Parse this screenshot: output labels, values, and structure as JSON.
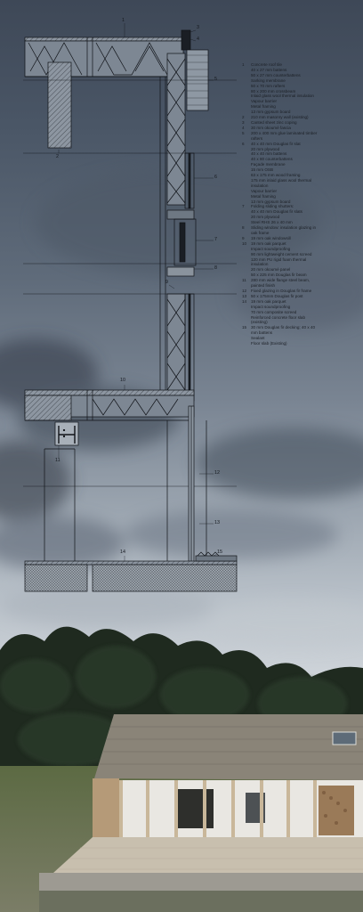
{
  "callouts": [
    {
      "num": "1"
    },
    {
      "num": "2"
    },
    {
      "num": "3"
    },
    {
      "num": "4"
    },
    {
      "num": "5"
    },
    {
      "num": "6"
    },
    {
      "num": "7"
    },
    {
      "num": "8"
    },
    {
      "num": "9"
    },
    {
      "num": "10"
    },
    {
      "num": "11"
    },
    {
      "num": "12"
    },
    {
      "num": "13"
    },
    {
      "num": "14"
    },
    {
      "num": "15"
    }
  ],
  "legend": [
    {
      "num": "1",
      "lines": [
        "Concrete roof tile",
        "40 x 27 mm battens",
        "50 x 27 mm counterbattens",
        "Sarking membrane",
        "50 x 70 mm rafters",
        "80 x 200 mm crossbeam",
        "Inlaid glass wool thermal insulation",
        "Vapour barrier",
        "Metal framing",
        "13 mm gypsum board"
      ]
    },
    {
      "num": "2",
      "lines": [
        "210 mm masonry wall (existing)"
      ]
    },
    {
      "num": "3",
      "lines": [
        "Canted sheet zinc coping"
      ]
    },
    {
      "num": "4",
      "lines": [
        "30 mm okoumé fascia"
      ]
    },
    {
      "num": "5",
      "lines": [
        "200 x 400 mm glue laminated timber",
        "rafters"
      ]
    },
    {
      "num": "6",
      "lines": [
        "40 x 40 mm Douglas fir slat",
        "20 mm plywood",
        "40 x 40 mm battens",
        "40 x 80 counterbattens",
        "Façade membrane",
        "15 mm OSB",
        "63 x 175 mm wood framing",
        "175 mm inlaid glass wool thermal",
        "insulation",
        "Vapour barrier",
        "Metal framing",
        "13 mm gypsum board"
      ]
    },
    {
      "num": "7",
      "lines": [
        "Folding sliding shutters:",
        "40 x 40 mm Douglas fir slats",
        "20 mm plywood",
        "Steel RHS 26 x 40 mm"
      ]
    },
    {
      "num": "8",
      "lines": [
        "Sliding window: insulation glazing in",
        "oak frame"
      ]
    },
    {
      "num": "9",
      "lines": [
        "19 mm oak windowsill"
      ]
    },
    {
      "num": "10",
      "lines": [
        "19 mm oak parquet",
        "Impact soundproofing",
        "90 mm lightweight cement screed",
        "120 mm PU rigid foam thermal",
        "insulation",
        "20 mm okoumé panel",
        "50 x 225 mm Douglas fir beam"
      ]
    },
    {
      "num": "11",
      "lines": [
        "280 mm wide flange steel beam,",
        "painted finish"
      ]
    },
    {
      "num": "12",
      "lines": [
        "Fixed glazing in Douglas fir frame"
      ]
    },
    {
      "num": "13",
      "lines": [
        "50 x 175mm Douglas fir post"
      ]
    },
    {
      "num": "14",
      "lines": [
        "19 mm oak parquet",
        "Impact soundproofing",
        "70 mm composite screed",
        "Reinforced concrete floor slab",
        "(existing)"
      ]
    },
    {
      "num": "15",
      "lines": [
        "30 mm Douglas fir decking; 40 x 40",
        "mm battens",
        "Sealant",
        "Floor slab (Existing)"
      ]
    }
  ],
  "colors": {
    "sky_dark": "#3e4857",
    "sky_light": "#d3d8dd",
    "linework": "#101318",
    "forest": "#1f2a1f",
    "roof_tile": "#8a8478",
    "wall_white": "#e9e7e2",
    "deck": "#c8bfae",
    "woodpile": "#9a7a58"
  }
}
